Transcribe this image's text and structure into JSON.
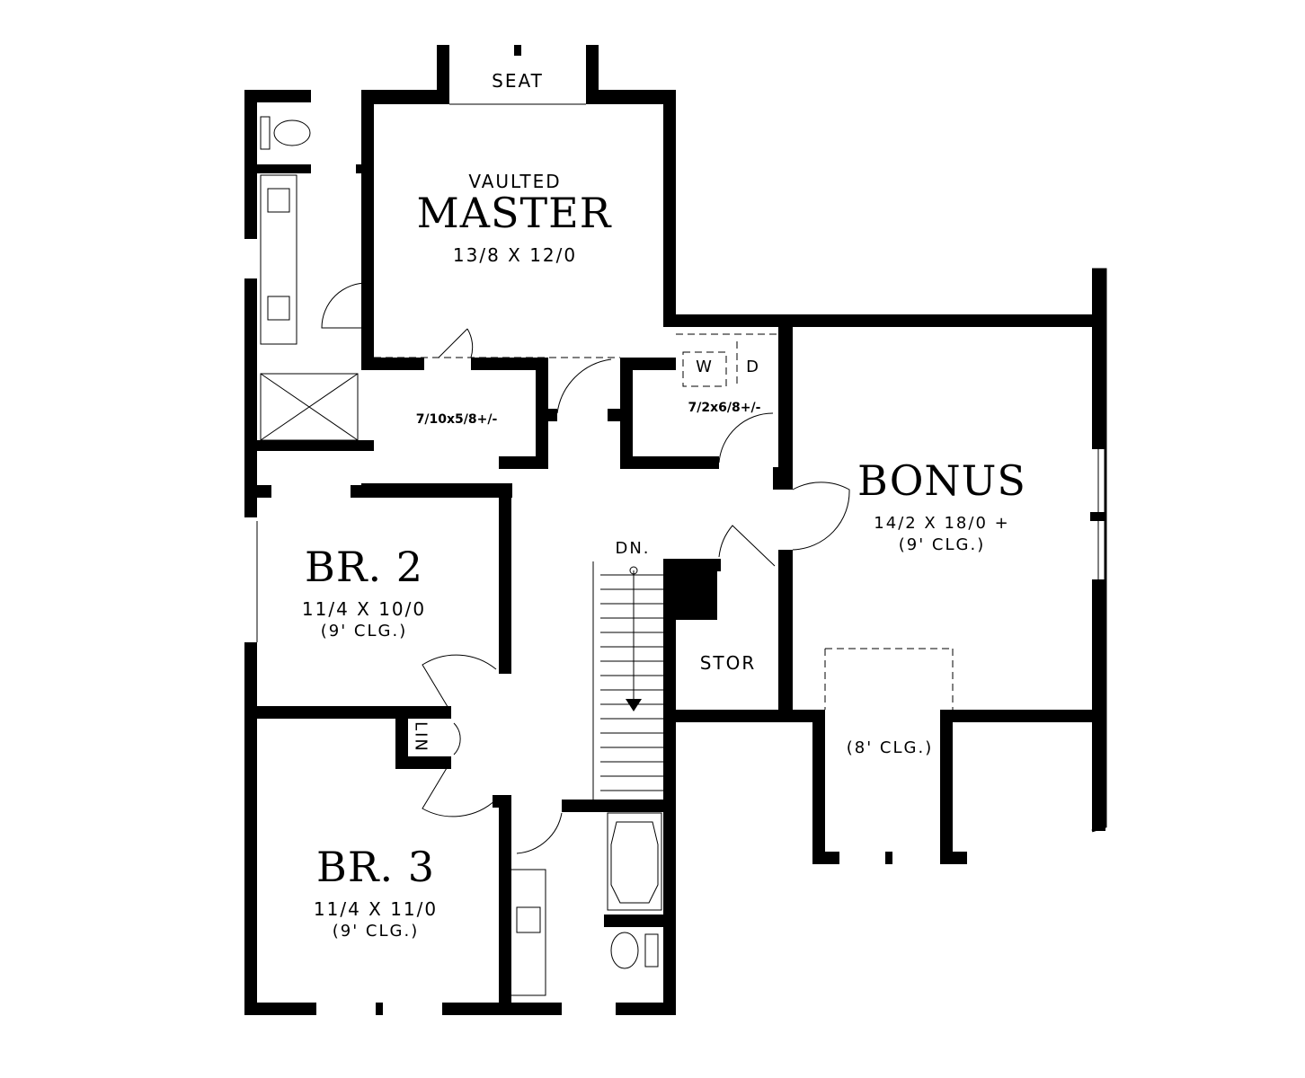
{
  "plan": {
    "seat": "SEAT",
    "master": {
      "prefix": "VAULTED",
      "name": "MASTER",
      "size": "13/8 X 12/0"
    },
    "walk_in_closet": {
      "size": "7/10x5/8+/-"
    },
    "laundry": {
      "washer": "W",
      "dryer": "D",
      "size": "7/2x6/8+/-"
    },
    "bonus": {
      "name": "BONUS",
      "size": "14/2 X 18/0 +",
      "ceiling": "(9' CLG.)"
    },
    "stairs": {
      "label": "DN."
    },
    "storage": "STOR",
    "linen": "LIN",
    "br2": {
      "name": "BR. 2",
      "size": "11/4 X 10/0",
      "ceiling": "(9' CLG.)"
    },
    "br3": {
      "name": "BR. 3",
      "size": "11/4 X 11/0",
      "ceiling": "(9' CLG.)"
    },
    "bonus_alcove": {
      "ceiling": "(8' CLG.)"
    }
  }
}
